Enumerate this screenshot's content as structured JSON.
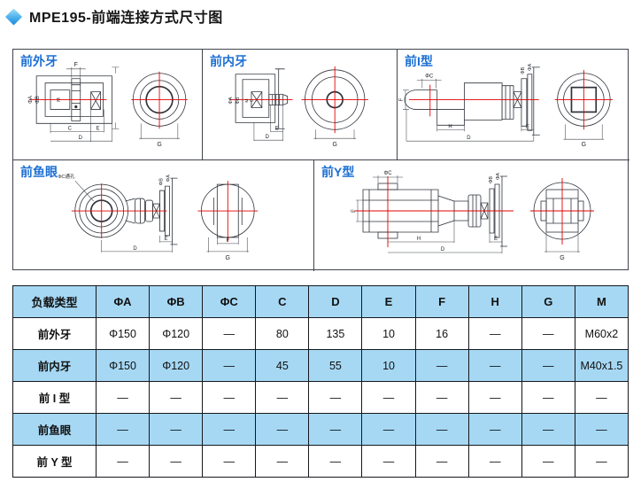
{
  "header": {
    "icon": "diamond-bullet",
    "title": "MPE195-前端连接方式尺寸图"
  },
  "colors": {
    "accent_blue": "#1b6fd3",
    "table_stripe": "#a6d8f4",
    "drawing_line": "#2e333b",
    "centerline_red": "#e60000"
  },
  "panels": [
    {
      "id": "front-external-thread",
      "label": "前外牙",
      "dims": {
        "f": "F",
        "phi_a": "ΦA",
        "phi_b": "ΦB",
        "m": "M",
        "c": "C",
        "e": "E",
        "d": "D",
        "g": "G"
      }
    },
    {
      "id": "front-internal-thread",
      "label": "前内牙",
      "dims": {
        "phi_a": "ΦA",
        "phi_b": "ΦB",
        "m": "M",
        "c": "C",
        "e": "E",
        "d": "D",
        "g": "G"
      }
    },
    {
      "id": "front-i-type",
      "label": "前I型",
      "dims": {
        "phi_c": "ΦC",
        "f": "F",
        "phi_b": "ΦB",
        "phi_a": "ΦA",
        "h": "H",
        "e": "E",
        "d": "D",
        "g": "G"
      }
    },
    {
      "id": "front-fisheye",
      "label": "前鱼眼",
      "dims": {
        "hole": "ΦC通孔",
        "phi_b": "ΦB",
        "phi_a": "ΦA",
        "e": "E",
        "d": "D",
        "f": "F",
        "g": "G"
      }
    },
    {
      "id": "front-y-type",
      "label": "前Y型",
      "dims": {
        "phi_c": "ΦC",
        "f": "F",
        "phi_b": "ΦB",
        "phi_a": "ΦA",
        "h": "H",
        "e": "E",
        "d": "D",
        "g": "G"
      }
    }
  ],
  "table": {
    "headers": [
      "负载类型",
      "ΦA",
      "ΦB",
      "ΦC",
      "C",
      "D",
      "E",
      "F",
      "H",
      "G",
      "M"
    ],
    "rows": [
      {
        "type": "前外牙",
        "values": [
          "Φ150",
          "Φ120",
          "—",
          "80",
          "135",
          "10",
          "16",
          "—",
          "—",
          "M60x2"
        ]
      },
      {
        "type": "前内牙",
        "values": [
          "Φ150",
          "Φ120",
          "—",
          "45",
          "55",
          "10",
          "—",
          "—",
          "—",
          "M40x1.5"
        ]
      },
      {
        "type": "前 I 型",
        "values": [
          "—",
          "—",
          "—",
          "—",
          "—",
          "—",
          "—",
          "—",
          "—",
          "—"
        ]
      },
      {
        "type": "前鱼眼",
        "values": [
          "—",
          "—",
          "—",
          "—",
          "—",
          "—",
          "—",
          "—",
          "—",
          "—"
        ]
      },
      {
        "type": "前 Y 型",
        "values": [
          "—",
          "—",
          "—",
          "—",
          "—",
          "—",
          "—",
          "—",
          "—",
          "—"
        ]
      }
    ]
  }
}
